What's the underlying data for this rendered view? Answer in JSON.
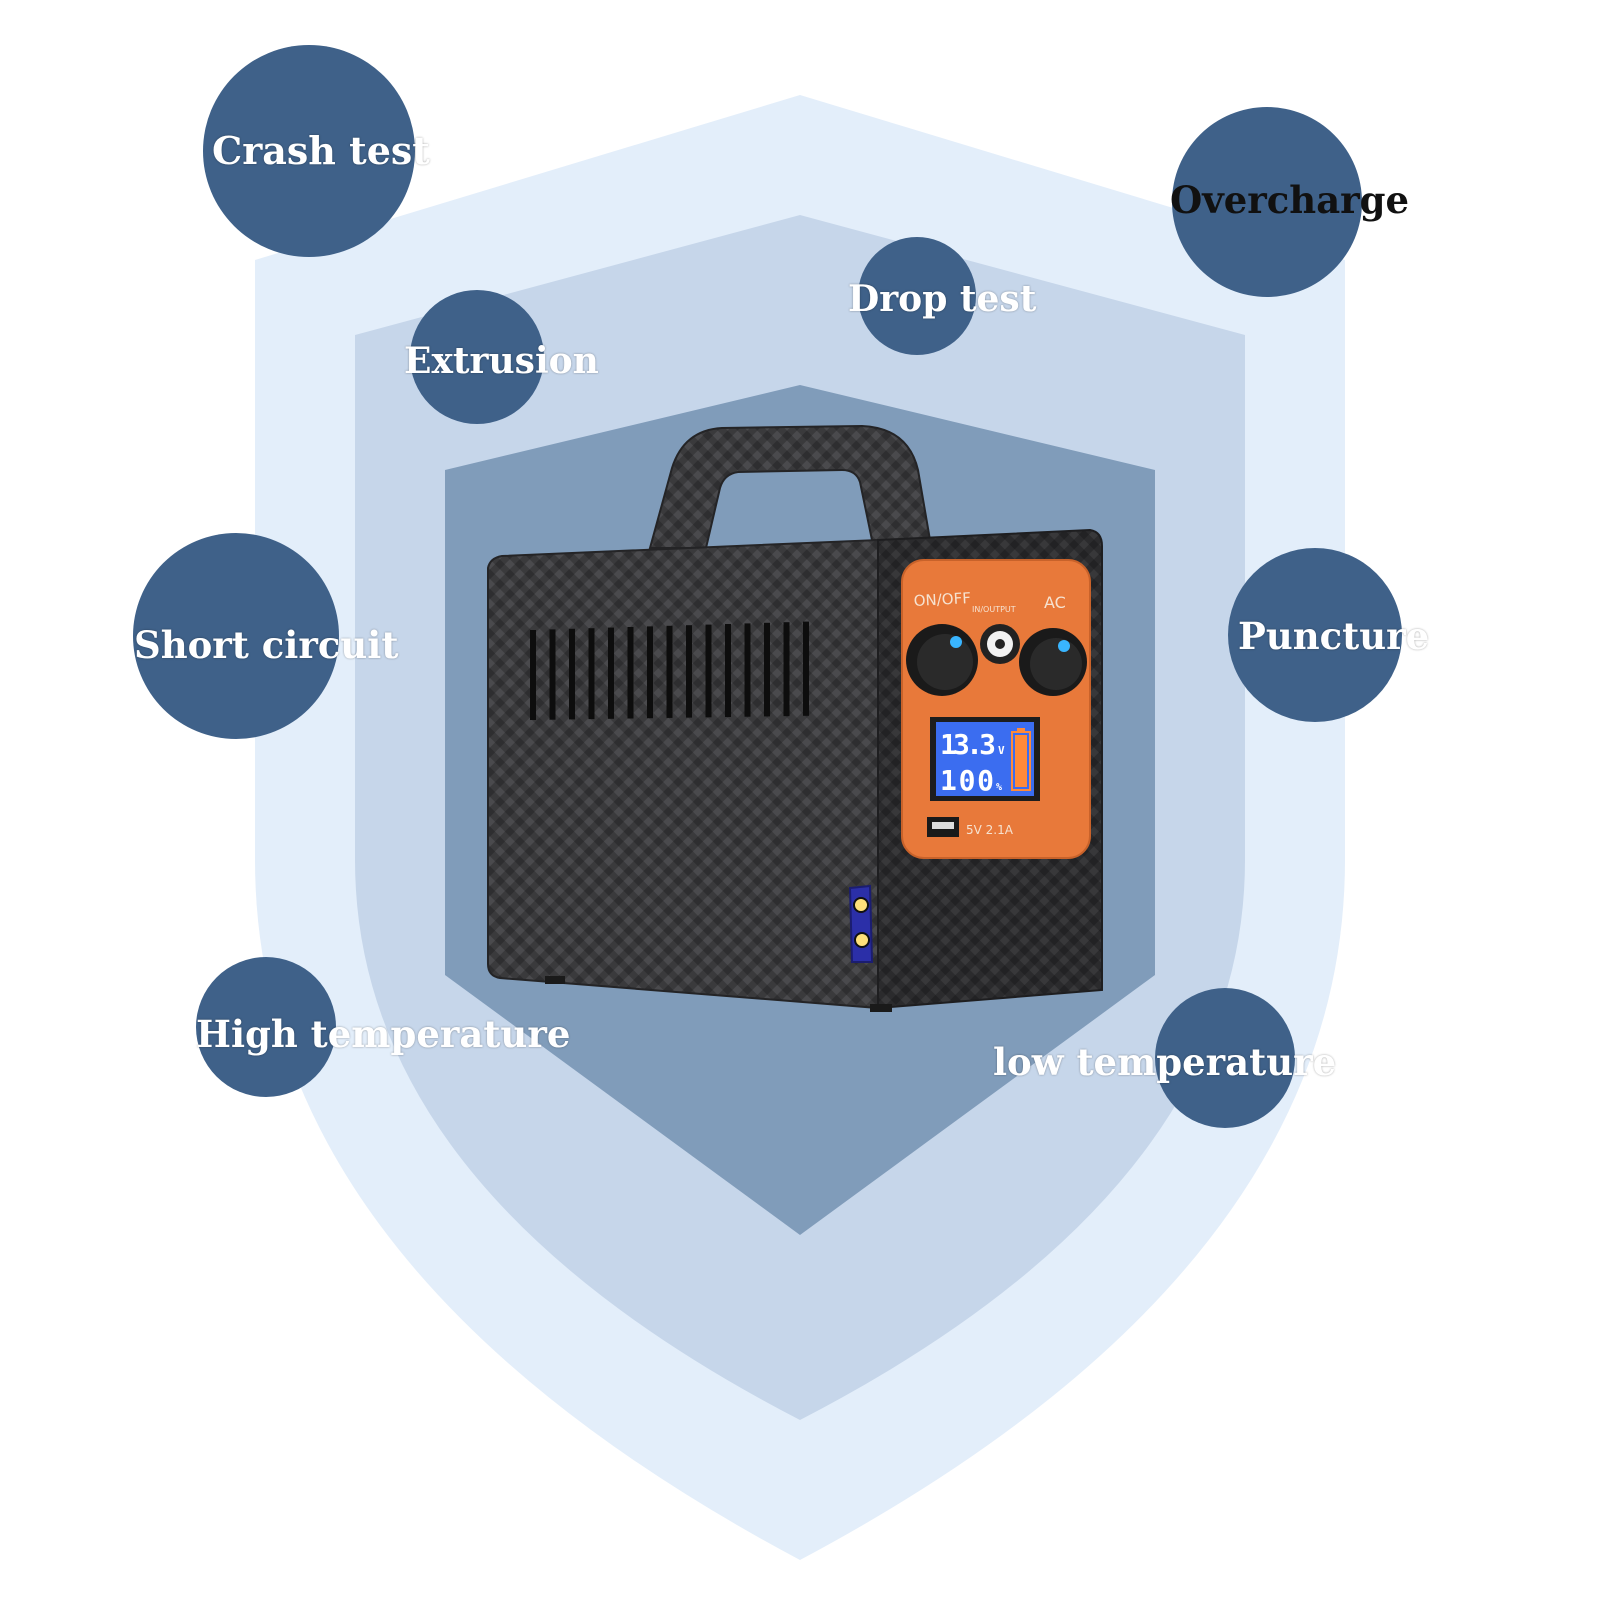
{
  "colors": {
    "background": "#ffffff",
    "shield_outer": "#e3eefa",
    "shield_middle": "#c6d6ea",
    "shield_inner": "#809cba",
    "bubble": "#3f6189",
    "label_light": "#ffffff",
    "label_dark": "#111111",
    "panel_orange": "#e8793a",
    "body_carbon": "#3a3a3c",
    "lcd_blue": "#3b6df0",
    "xt_connector": "#2b2fa8"
  },
  "features": [
    {
      "label": "Crash test"
    },
    {
      "label": "Overcharge"
    },
    {
      "label": "Drop test"
    },
    {
      "label": "Extrusion"
    },
    {
      "label": "Short circuit"
    },
    {
      "label": "Puncture"
    },
    {
      "label": "High temperature"
    },
    {
      "label": "low temperature"
    }
  ],
  "product": {
    "switch_label": "ON/OFF",
    "port_label": "IN/OUTPUT",
    "ac_label": "AC",
    "lcd_voltage": "13.3",
    "lcd_voltage_unit": "V",
    "lcd_percent": "100",
    "lcd_percent_unit": "%",
    "battery_level_percent": 100,
    "usb_label": "5V 2.1A",
    "icons": [
      "power-switch-icon",
      "dc-port-icon",
      "ac-switch-icon",
      "battery-icon",
      "usb-port-icon",
      "xt60-connector-icon"
    ]
  }
}
